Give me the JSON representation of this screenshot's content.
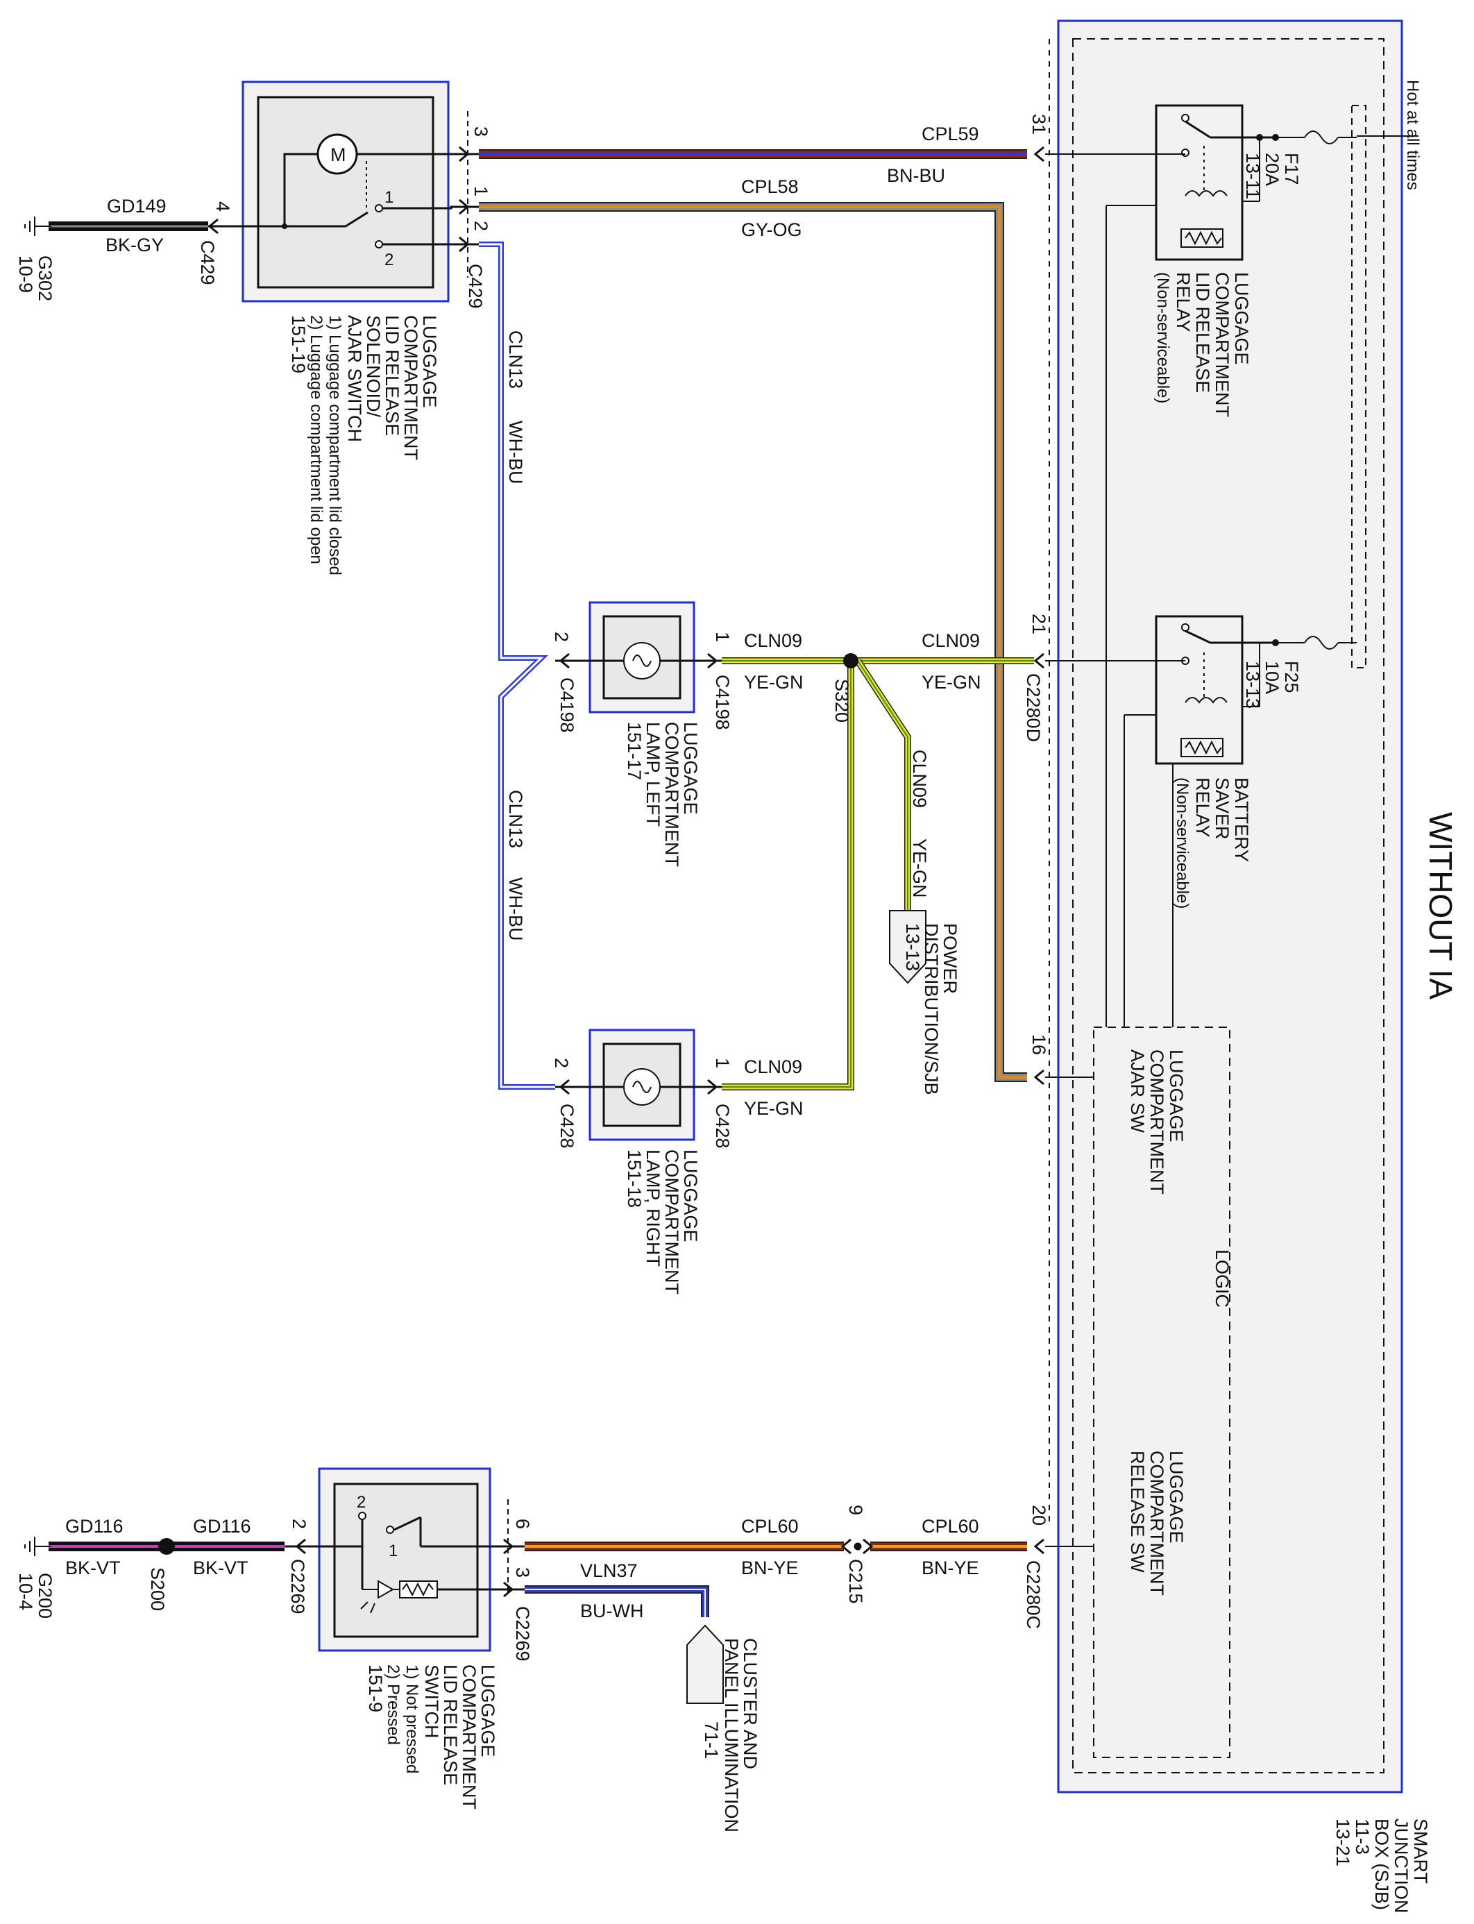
{
  "title": "WITHOUT IA",
  "sjb": {
    "label": [
      "SMART",
      "JUNCTION",
      "BOX (SJB)",
      "11-3",
      "13-21"
    ],
    "hot_label": "Hot at all times",
    "logic_label": "LOGIC",
    "ajar_sw": [
      "LUGGAGE",
      "COMPARTMENT",
      "AJAR SW"
    ],
    "release_sw": [
      "LUGGAGE",
      "COMPARTMENT",
      "RELEASE SW"
    ],
    "relay1": [
      "LUGGAGE",
      "COMPARTMENT",
      "LID RELEASE",
      "RELAY",
      "(Non-serviceable)"
    ],
    "relay2": [
      "BATTERY",
      "SAVER",
      "RELAY",
      "(Non-serviceable)"
    ],
    "fuse1": [
      "F17",
      "20A",
      "13-11"
    ],
    "fuse2": [
      "F25",
      "10A",
      "13-13"
    ],
    "pins": {
      "p31": "31",
      "p21": "21",
      "p16": "16",
      "p20": "20"
    },
    "connectors": {
      "c2280d": "C2280D",
      "c2280c": "C2280C"
    }
  },
  "solenoid": {
    "label": [
      "LUGGAGE",
      "COMPARTMENT",
      "LID RELEASE",
      "SOLENOID/",
      "AJAR SWITCH",
      "1) Luggage compartment lid closed",
      "2) Luggage compartment lid open",
      "151-19"
    ],
    "motor": "M",
    "pins": {
      "p3": "3",
      "p1": "1",
      "p2": "2",
      "p4": "4",
      "sw1": "1",
      "sw2": "2"
    },
    "connector": "C429"
  },
  "ground_g302": {
    "wire": "GD149",
    "color": "BK-GY",
    "label": [
      "G302",
      "10-9"
    ]
  },
  "wires": {
    "cpl59": {
      "circuit": "CPL59",
      "color": "BN-BU"
    },
    "cpl58": {
      "circuit": "CPL58",
      "color": "GY-OG"
    },
    "cln13": {
      "circuit": "CLN13",
      "color": "WH-BU"
    },
    "cln09": {
      "circuit": "CLN09",
      "color": "YE-GN"
    },
    "cpl60": {
      "circuit": "CPL60",
      "color": "BN-YE"
    },
    "vln37": {
      "circuit": "VLN37",
      "color": "BU-WH"
    },
    "gd116": {
      "circuit": "GD116",
      "color": "BK-VT"
    }
  },
  "lamp_left": {
    "label": [
      "LUGGAGE",
      "COMPARTMENT",
      "LAMP, LEFT",
      "151-17"
    ],
    "connector": "C4198",
    "pin1": "1",
    "pin2": "2"
  },
  "lamp_right": {
    "label": [
      "LUGGAGE",
      "COMPARTMENT",
      "LAMP, RIGHT",
      "151-18"
    ],
    "connector": "C428",
    "pin1": "1",
    "pin2": "2"
  },
  "splice_s320": "S320",
  "power_dist": {
    "label": [
      "POWER",
      "DISTRIBUTION/SJB",
      "13-13"
    ]
  },
  "release_switch": {
    "label": [
      "LUGGAGE",
      "COMPARTMENT",
      "LID RELEASE",
      "SWITCH",
      "1) Not pressed",
      "2) Pressed",
      "151-9"
    ],
    "connector": "C2269",
    "pins": {
      "p6": "6",
      "p3": "3",
      "p2": "2",
      "sw1": "1",
      "sw2": "2"
    }
  },
  "inline_c215": {
    "connector": "C215",
    "pin": "9"
  },
  "splice_s200": "S200",
  "ground_g200": {
    "label": [
      "G200",
      "10-4"
    ]
  },
  "cluster": {
    "label": [
      "CLUSTER AND",
      "PANEL ILLUMINATION",
      "71-1"
    ]
  },
  "colors": {
    "frame_blue": "#1f2fd6",
    "box_fill": "#f2f2f2"
  }
}
